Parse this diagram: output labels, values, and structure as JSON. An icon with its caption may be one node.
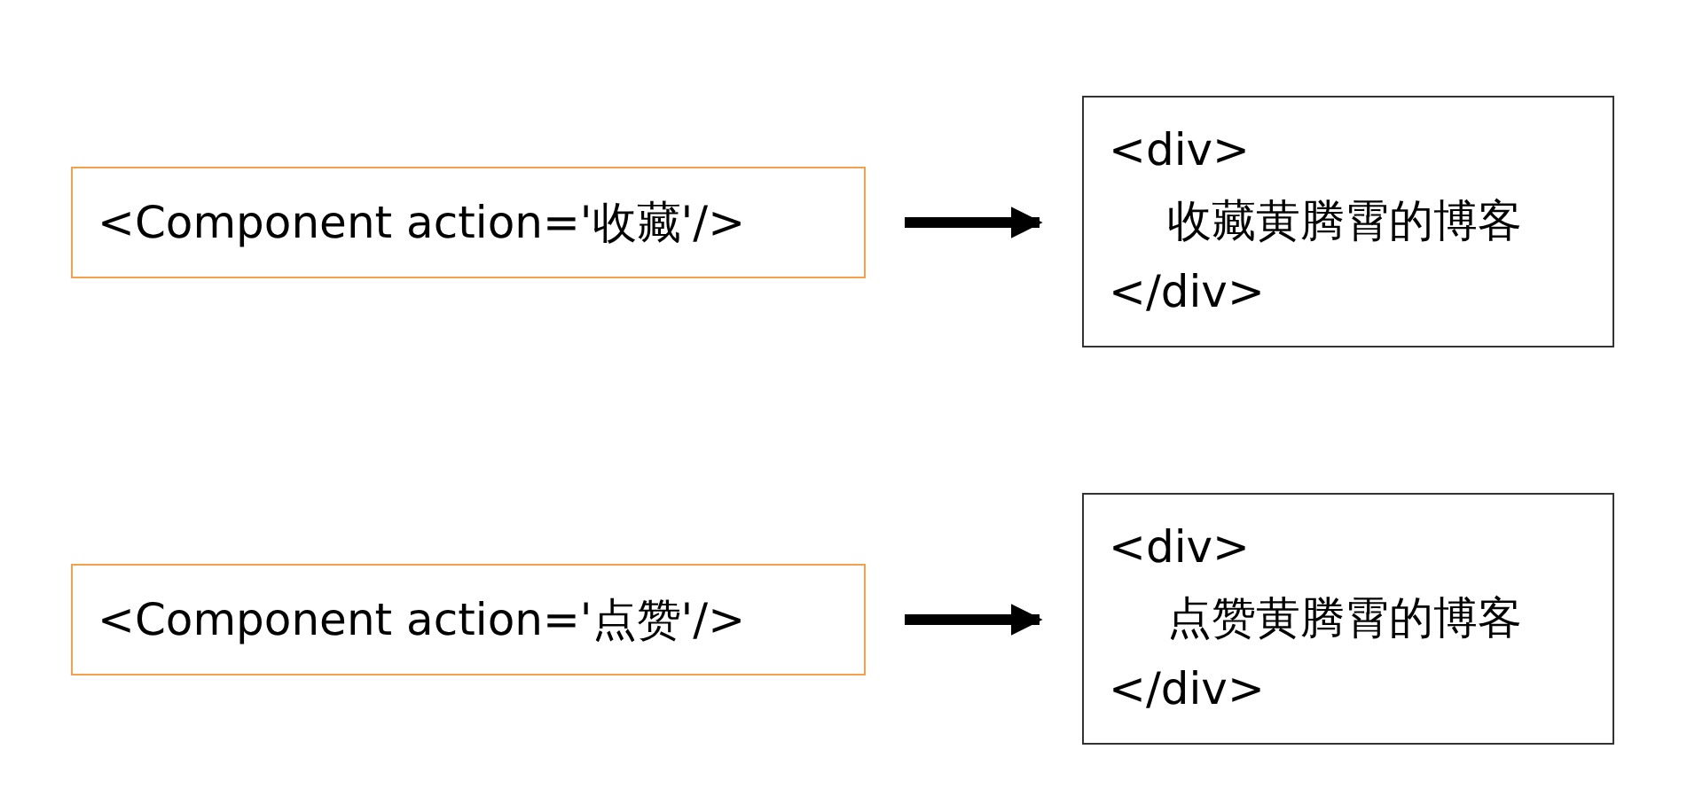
{
  "diagram": {
    "nodes": [
      {
        "text": [
          "<Component action='收藏'/>"
        ]
      },
      {
        "text": [
          "<div>",
          "收藏黄腾霄的博客",
          "</div>"
        ]
      },
      {
        "text": [
          "<Component action='点赞'/>"
        ]
      },
      {
        "text": [
          "<div>",
          "点赞黄腾霄的博客",
          "</div>"
        ]
      }
    ],
    "edges": [
      {
        "from": 0,
        "to": 1,
        "arrow": "to"
      },
      {
        "from": 2,
        "to": 3,
        "arrow": "to"
      }
    ]
  }
}
